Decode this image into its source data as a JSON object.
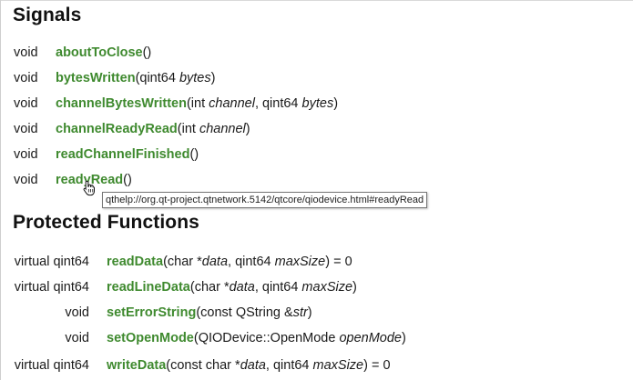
{
  "signals": {
    "title": "Signals",
    "rows": [
      {
        "type": "void",
        "name": "aboutToClose",
        "sig": "()"
      },
      {
        "type": "void",
        "name": "bytesWritten",
        "sig": "(qint64 ",
        "arg1": "bytes",
        "tail": ")"
      },
      {
        "type": "void",
        "name": "channelBytesWritten",
        "sig": "(int ",
        "arg1": "channel",
        "mid": ", qint64 ",
        "arg2": "bytes",
        "tail": ")"
      },
      {
        "type": "void",
        "name": "channelReadyRead",
        "sig": "(int ",
        "arg1": "channel",
        "tail": ")"
      },
      {
        "type": "void",
        "name": "readChannelFinished",
        "sig": "()"
      },
      {
        "type": "void",
        "name": "readyRead",
        "sig": "()"
      }
    ]
  },
  "tooltip": {
    "text": "qthelp://org.qt-project.qtnetwork.5142/qtcore/qiodevice.html#readyRead"
  },
  "protected_functions": {
    "title": "Protected Functions",
    "rows": [
      {
        "type": "virtual qint64",
        "name": "readData",
        "sig": "(char *",
        "arg1": "data",
        "mid": ", qint64 ",
        "arg2": "maxSize",
        "tail": ") = 0"
      },
      {
        "type": "virtual qint64",
        "name": "readLineData",
        "sig": "(char *",
        "arg1": "data",
        "mid": ", qint64 ",
        "arg2": "maxSize",
        "tail": ")"
      },
      {
        "type": "void",
        "name": "setErrorString",
        "sig": "(const QString &",
        "arg1": "str",
        "tail": ")"
      },
      {
        "type": "void",
        "name": "setOpenMode",
        "sig": "(QIODevice::OpenMode ",
        "arg1": "openMode",
        "tail": ")"
      },
      {
        "type": "virtual qint64",
        "name": "writeData",
        "sig": "(const char *",
        "arg1": "data",
        "mid": ", qint64 ",
        "arg2": "maxSize",
        "tail": ") = 0"
      }
    ]
  },
  "cursor": {
    "icon": "hand-pointer-icon"
  }
}
